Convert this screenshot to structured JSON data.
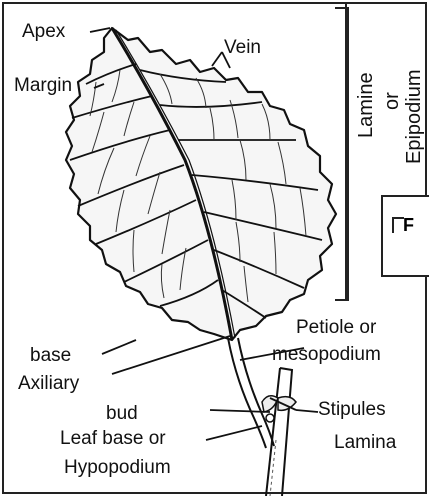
{
  "labels": {
    "apex": "Apex",
    "vein": "Vein",
    "margin": "Margin",
    "petiole": "Petiole or",
    "mesopodium": "mesopodium",
    "base": "base",
    "axiliary": "Axiliary",
    "bud": "bud",
    "stipules": "Stipules",
    "leaf_base": "Leaf base or",
    "hypopodium": "Hypopodium",
    "lamina": "Lamina"
  },
  "side_label": {
    "lamine": "Lamine",
    "or": "or",
    "epipodium": "Epipodium"
  },
  "inset": {
    "letter": "F"
  }
}
